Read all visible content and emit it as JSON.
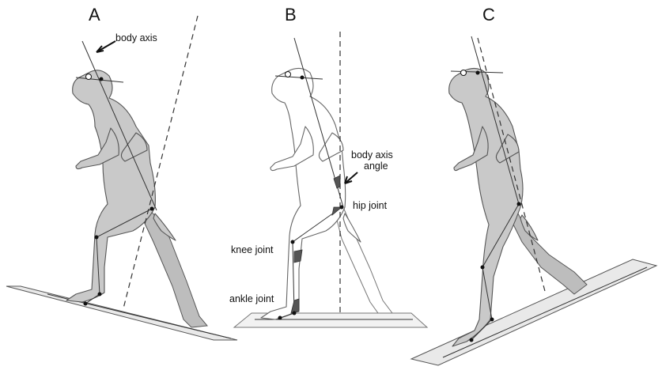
{
  "panels": [
    {
      "letter": "A"
    },
    {
      "letter": "B"
    },
    {
      "letter": "C"
    }
  ],
  "labels": {
    "body_axis": "body axis",
    "body_axis_angle_line1": "body axis",
    "body_axis_angle_line2": "angle",
    "hip_joint": "hip joint",
    "knee_joint": "knee joint",
    "ankle_joint": "ankle joint"
  }
}
